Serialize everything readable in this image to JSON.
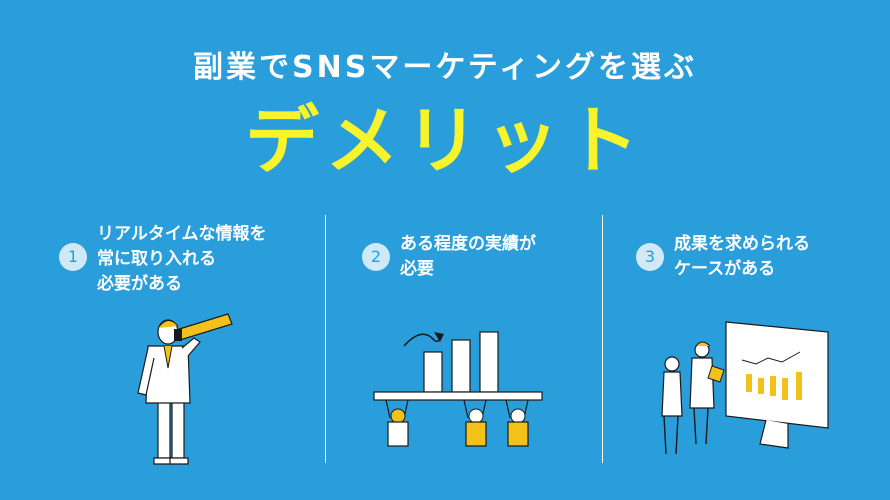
{
  "header": {
    "subtitle": "副業でSNSマーケティングを選ぶ",
    "title": "デメリット"
  },
  "colors": {
    "background": "#2a9ddb",
    "accent_yellow": "#f7f32d",
    "illustration_yellow": "#f2c21b"
  },
  "items": [
    {
      "number": "1",
      "lines": [
        "リアルタイムな情報を",
        "常に取り入れる",
        "必要がある"
      ]
    },
    {
      "number": "2",
      "lines": [
        "ある程度の実績が",
        "必要"
      ]
    },
    {
      "number": "3",
      "lines": [
        "成果を求められる",
        "ケースがある"
      ]
    }
  ]
}
